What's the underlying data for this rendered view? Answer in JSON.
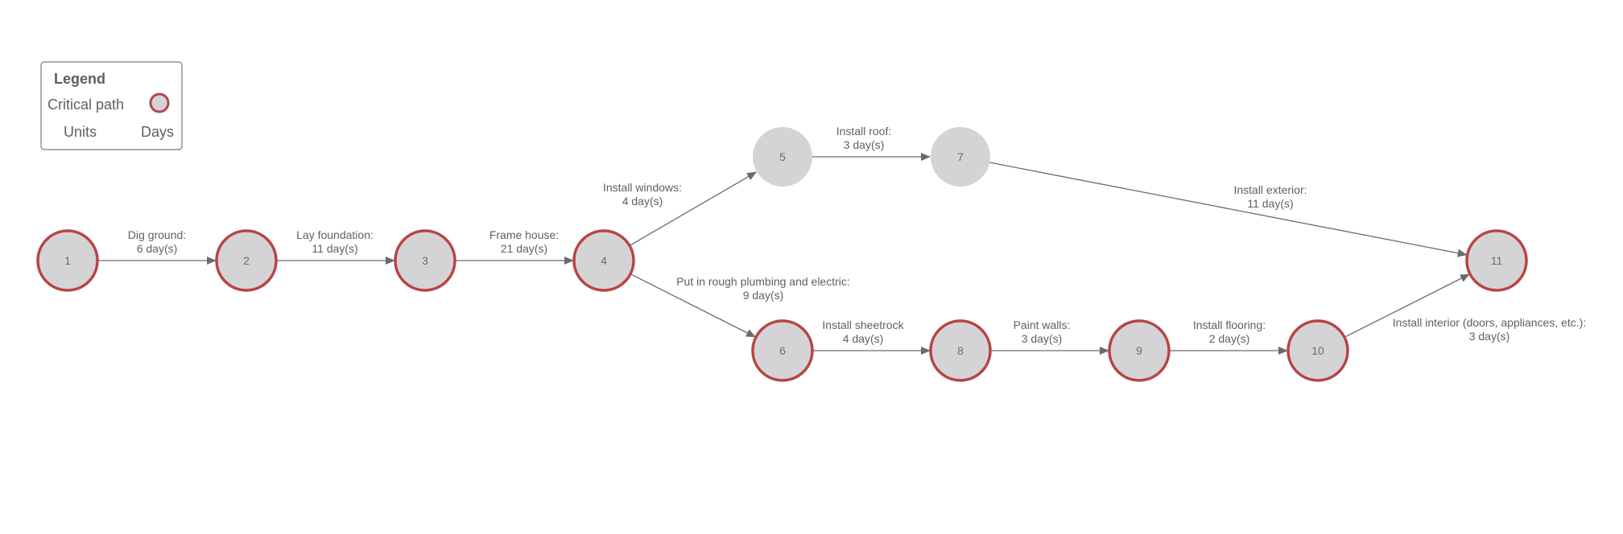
{
  "legend": {
    "title": "Legend",
    "critical_label": "Critical path",
    "units_label": "Units",
    "units_value": "Days"
  },
  "colors": {
    "node_fill": "#d4d4d6",
    "critical_stroke": "#b84444",
    "edge": "#6b6b6b",
    "text": "#5f5f5f"
  },
  "nodes": [
    {
      "id": "n1",
      "label": "1",
      "critical": true
    },
    {
      "id": "n2",
      "label": "2",
      "critical": true
    },
    {
      "id": "n3",
      "label": "3",
      "critical": true
    },
    {
      "id": "n4",
      "label": "4",
      "critical": true
    },
    {
      "id": "n5",
      "label": "5",
      "critical": false
    },
    {
      "id": "n6",
      "label": "6",
      "critical": true
    },
    {
      "id": "n7",
      "label": "7",
      "critical": false
    },
    {
      "id": "n8",
      "label": "8",
      "critical": true
    },
    {
      "id": "n9",
      "label": "9",
      "critical": true
    },
    {
      "id": "n10",
      "label": "10",
      "critical": true
    },
    {
      "id": "n11",
      "label": "11",
      "critical": true
    }
  ],
  "edges": [
    {
      "from": "1",
      "to": "2",
      "task": "Dig ground:",
      "duration": "6 day(s)"
    },
    {
      "from": "2",
      "to": "3",
      "task": "Lay foundation:",
      "duration": "11 day(s)"
    },
    {
      "from": "3",
      "to": "4",
      "task": "Frame house:",
      "duration": "21 day(s)"
    },
    {
      "from": "4",
      "to": "5",
      "task": "Install windows:",
      "duration": "4 day(s)"
    },
    {
      "from": "5",
      "to": "7",
      "task": "Install roof:",
      "duration": "3 day(s)"
    },
    {
      "from": "7",
      "to": "11",
      "task": "Install exterior:",
      "duration": "11 day(s)"
    },
    {
      "from": "4",
      "to": "6",
      "task": "Put in rough plumbing and electric:",
      "duration": "9 day(s)"
    },
    {
      "from": "6",
      "to": "8",
      "task": "Install sheetrock",
      "duration": "4 day(s)"
    },
    {
      "from": "8",
      "to": "9",
      "task": "Paint walls:",
      "duration": "3 day(s)"
    },
    {
      "from": "9",
      "to": "10",
      "task": "Install flooring:",
      "duration": "2 day(s)"
    },
    {
      "from": "10",
      "to": "11",
      "task": "Install interior (doors, appliances, etc.):",
      "duration": "3 day(s)"
    }
  ]
}
